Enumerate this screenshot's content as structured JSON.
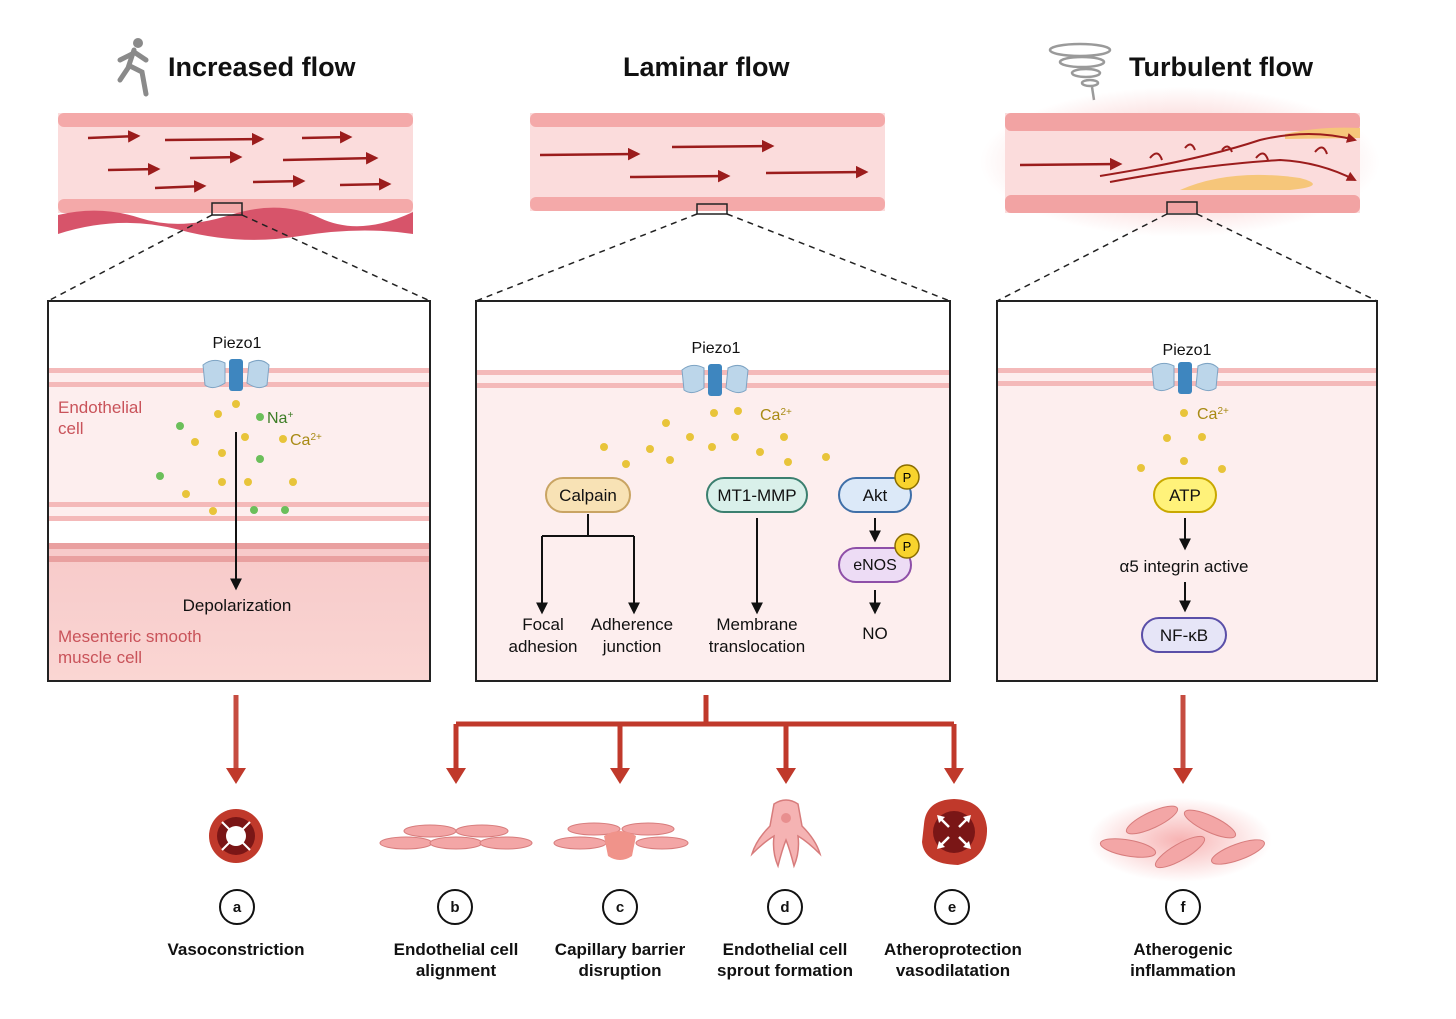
{
  "panels": {
    "increased": {
      "title": "Increased flow",
      "channel": "Piezo1",
      "endothelial_label": [
        "Endothelial",
        "cell"
      ],
      "ion_na": "Na",
      "ion_na_charge": "+",
      "ion_ca": "Ca",
      "ion_ca_charge": "2+",
      "result": "Depolarization",
      "smc_label": [
        "Mesenteric smooth",
        "muscle cell"
      ]
    },
    "laminar": {
      "title": "Laminar flow",
      "channel": "Piezo1",
      "ion_ca": "Ca",
      "ion_ca_charge": "2+",
      "calpain": "Calpain",
      "mt1mmp": "MT1-MMP",
      "akt": "Akt",
      "enos": "eNOS",
      "phospho": "P",
      "focal": [
        "Focal",
        "adhesion"
      ],
      "adherence": [
        "Adherence",
        "junction"
      ],
      "membrane": [
        "Membrane",
        "translocation"
      ],
      "no": "NO"
    },
    "turbulent": {
      "title": "Turbulent flow",
      "channel": "Piezo1",
      "ion_ca": "Ca",
      "ion_ca_charge": "2+",
      "atp": "ATP",
      "integrin": "α5 integrin active",
      "nfkb": "NF-κB"
    }
  },
  "outcomes": [
    {
      "letter": "a",
      "lines": [
        "Vasoconstriction"
      ]
    },
    {
      "letter": "b",
      "lines": [
        "Endothelial cell",
        "alignment"
      ]
    },
    {
      "letter": "c",
      "lines": [
        "Capillary barrier",
        "disruption"
      ]
    },
    {
      "letter": "d",
      "lines": [
        "Endothelial cell",
        "sprout formation"
      ]
    },
    {
      "letter": "e",
      "lines": [
        "Atheroprotection",
        "vasodilatation"
      ]
    },
    {
      "letter": "f",
      "lines": [
        "Atherogenic",
        "inflammation"
      ]
    }
  ],
  "colors": {
    "arrow_red": "#c0392b",
    "vessel_pink": "#fbe0e0",
    "cell_pink": "#f3a6a6",
    "box_fill": "#fdeeee",
    "calpain_fill": "#f8e2b5",
    "mt1mmp_fill": "#d9f0ea",
    "akt_fill": "#dce9f8",
    "enos_fill": "#eddcf5",
    "atp_fill": "#fff27a",
    "nfkb_fill": "#e6e5f7",
    "ca_dot": "#e8c43a",
    "na_dot": "#6bbf5a"
  },
  "icons": [
    "runner-icon",
    "tornado-icon",
    "piezo1-channel-icon",
    "vessel-ring-icon",
    "endothelial-cells-icon",
    "sprout-cell-icon",
    "inflamed-cells-icon"
  ]
}
